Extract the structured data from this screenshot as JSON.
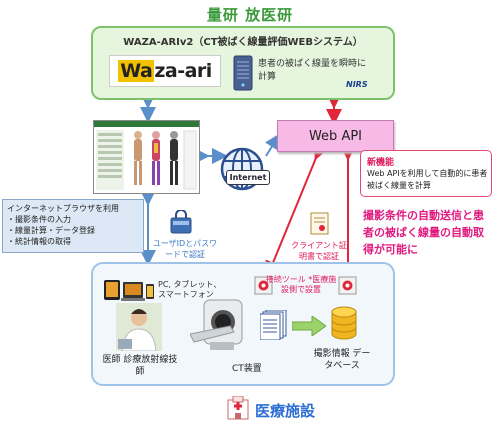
{
  "header": {
    "org_title": "量研 放医研"
  },
  "waza": {
    "title": "WAZA-ARIv2（CT被ばく線量評価WEBシステム）",
    "logo_text_w": "Wa",
    "logo_text_rest": "za-ari",
    "description": "患者の被ばく線量を瞬時に計算",
    "nirs_logo": "NIRS"
  },
  "webapi": {
    "label": "Web API"
  },
  "new_function": {
    "title": "新機能",
    "text": "Web APIを利用して自動的に患者被ばく線量を計算"
  },
  "auto_feature": "撮影条件の自動送信と患者の被ばく線量の自動取得が可能に",
  "internet": {
    "label": "Internet"
  },
  "browser": {
    "heading": "インターネットブラウザを利用",
    "items": [
      "・撮影条件の入力",
      "・線量計算・データ登録",
      "・統計情報の取得"
    ]
  },
  "auth": {
    "user": "ユーザIDとパスワードで認証",
    "client": "クライアント証明書で認証"
  },
  "facility": {
    "devices": "PC, タブレット、スマートフォン",
    "connector": "接続ツール *医療施設側で設置",
    "doctor": "医師 診療放射線技師",
    "ct": "CT装置",
    "database": "撮影情報 データベース",
    "title": "医療施設"
  },
  "colors": {
    "green_title": "#3a9a3a",
    "green_border": "#7cc26a",
    "pink_accent": "#e0195a",
    "blue_arrow": "#5b8fc9",
    "red_arrow": "#e0263a",
    "facility_blue": "#2e6fd4"
  }
}
